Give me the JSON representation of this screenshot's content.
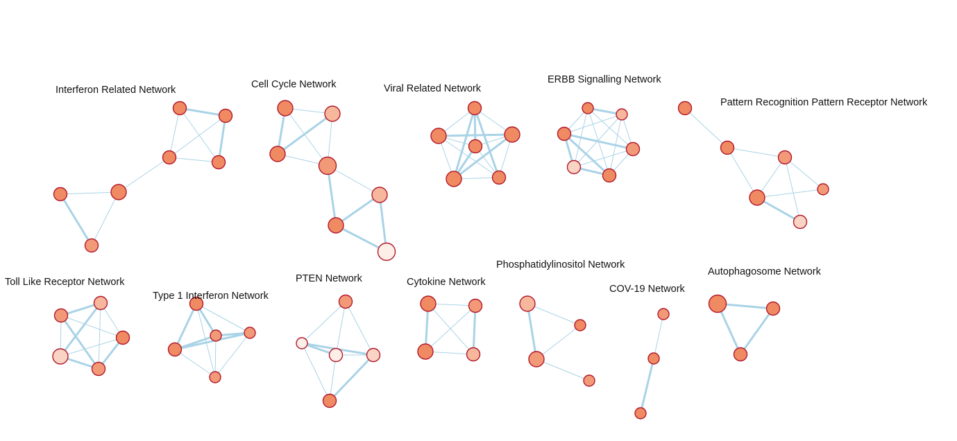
{
  "colors": {
    "edge": "#a9d3e6",
    "node_fill": [
      "#ef8a62",
      "#f29a78",
      "#f6b79c",
      "#f9d3c3",
      "#fdeee8"
    ],
    "node_stroke": "#b2182b"
  },
  "networks": [
    {
      "id": "interferon-related",
      "label": "Interferon Related Network",
      "nodes": [
        {
          "shade": 0,
          "size": "m"
        },
        {
          "shade": 0,
          "size": "m"
        },
        {
          "shade": 0,
          "size": "m"
        },
        {
          "shade": 0,
          "size": "m"
        },
        {
          "shade": 0,
          "size": "m"
        },
        {
          "shade": 0,
          "size": "l"
        },
        {
          "shade": 1,
          "size": "m"
        }
      ],
      "edges": [
        [
          0,
          1,
          "thick"
        ],
        [
          0,
          2,
          "thin"
        ],
        [
          0,
          3,
          "thin"
        ],
        [
          1,
          3,
          "thick"
        ],
        [
          1,
          2,
          "thin"
        ],
        [
          2,
          3,
          "thin"
        ],
        [
          2,
          5,
          "thin"
        ],
        [
          4,
          5,
          "thin"
        ],
        [
          4,
          6,
          "thick"
        ],
        [
          5,
          6,
          "thin"
        ]
      ]
    },
    {
      "id": "cell-cycle",
      "label": "Cell Cycle Network",
      "nodes": [
        {
          "shade": 0,
          "size": "l"
        },
        {
          "shade": 2,
          "size": "l"
        },
        {
          "shade": 0,
          "size": "l"
        },
        {
          "shade": 1,
          "size": "xl"
        },
        {
          "shade": 2,
          "size": "l"
        },
        {
          "shade": 0,
          "size": "l"
        },
        {
          "shade": 4,
          "size": "xl"
        }
      ],
      "edges": [
        [
          0,
          1,
          "thin"
        ],
        [
          0,
          2,
          "thick"
        ],
        [
          0,
          3,
          "thin"
        ],
        [
          1,
          2,
          "thick"
        ],
        [
          1,
          3,
          "thin"
        ],
        [
          2,
          3,
          "thin"
        ],
        [
          3,
          4,
          "thin"
        ],
        [
          3,
          5,
          "thick"
        ],
        [
          4,
          5,
          "thick"
        ],
        [
          4,
          6,
          "thick"
        ],
        [
          5,
          6,
          "thick"
        ]
      ]
    },
    {
      "id": "viral-related",
      "label": "Viral Related Network",
      "nodes": [
        {
          "shade": 0,
          "size": "m"
        },
        {
          "shade": 0,
          "size": "l"
        },
        {
          "shade": 0,
          "size": "l"
        },
        {
          "shade": 0,
          "size": "m"
        },
        {
          "shade": 0,
          "size": "l"
        },
        {
          "shade": 0,
          "size": "m"
        }
      ],
      "edges": [
        [
          0,
          1,
          "thin"
        ],
        [
          0,
          2,
          "thin"
        ],
        [
          0,
          3,
          "thick"
        ],
        [
          0,
          4,
          "thick"
        ],
        [
          0,
          5,
          "thick"
        ],
        [
          1,
          2,
          "thick"
        ],
        [
          1,
          3,
          "thin"
        ],
        [
          1,
          4,
          "thin"
        ],
        [
          1,
          5,
          "thin"
        ],
        [
          2,
          3,
          "thin"
        ],
        [
          2,
          4,
          "thick"
        ],
        [
          2,
          5,
          "thin"
        ],
        [
          3,
          4,
          "thick"
        ],
        [
          3,
          5,
          "thin"
        ],
        [
          4,
          5,
          "thin"
        ]
      ]
    },
    {
      "id": "erbb-signalling",
      "label": "ERBB Signalling Network",
      "nodes": [
        {
          "shade": 0,
          "size": "s"
        },
        {
          "shade": 2,
          "size": "s"
        },
        {
          "shade": 0,
          "size": "m"
        },
        {
          "shade": 1,
          "size": "m"
        },
        {
          "shade": 3,
          "size": "m"
        },
        {
          "shade": 0,
          "size": "m"
        }
      ],
      "edges": [
        [
          0,
          1,
          "thick"
        ],
        [
          0,
          2,
          "thin"
        ],
        [
          0,
          3,
          "thin"
        ],
        [
          0,
          4,
          "thin"
        ],
        [
          0,
          5,
          "thin"
        ],
        [
          1,
          2,
          "thin"
        ],
        [
          1,
          3,
          "thin"
        ],
        [
          1,
          4,
          "thin"
        ],
        [
          1,
          5,
          "thin"
        ],
        [
          2,
          3,
          "thick"
        ],
        [
          2,
          4,
          "thick"
        ],
        [
          2,
          5,
          "thick"
        ],
        [
          3,
          4,
          "thin"
        ],
        [
          3,
          5,
          "thin"
        ],
        [
          4,
          5,
          "thick"
        ]
      ]
    },
    {
      "id": "pattern-recognition",
      "label": "Pattern Recognition Pattern Receptor Network",
      "nodes": [
        {
          "shade": 0,
          "size": "m"
        },
        {
          "shade": 0,
          "size": "m"
        },
        {
          "shade": 1,
          "size": "m"
        },
        {
          "shade": 0,
          "size": "l"
        },
        {
          "shade": 1,
          "size": "s"
        },
        {
          "shade": 3,
          "size": "m"
        }
      ],
      "edges": [
        [
          0,
          1,
          "thin"
        ],
        [
          1,
          2,
          "thin"
        ],
        [
          1,
          3,
          "thin"
        ],
        [
          2,
          3,
          "thin"
        ],
        [
          2,
          4,
          "thin"
        ],
        [
          2,
          5,
          "thin"
        ],
        [
          3,
          4,
          "thin"
        ],
        [
          3,
          5,
          "thick"
        ]
      ]
    },
    {
      "id": "toll-like-receptor",
      "label": "Toll Like Receptor Network",
      "nodes": [
        {
          "shade": 1,
          "size": "m"
        },
        {
          "shade": 2,
          "size": "m"
        },
        {
          "shade": 0,
          "size": "m"
        },
        {
          "shade": 3,
          "size": "l"
        },
        {
          "shade": 1,
          "size": "m"
        }
      ],
      "edges": [
        [
          0,
          1,
          "thick"
        ],
        [
          0,
          2,
          "thin"
        ],
        [
          0,
          3,
          "thin"
        ],
        [
          0,
          4,
          "thick"
        ],
        [
          1,
          2,
          "thin"
        ],
        [
          1,
          3,
          "thick"
        ],
        [
          1,
          4,
          "thin"
        ],
        [
          2,
          3,
          "thin"
        ],
        [
          2,
          4,
          "thick"
        ],
        [
          3,
          4,
          "thick"
        ]
      ]
    },
    {
      "id": "type1-interferon",
      "label": "Type 1 Interferon Network",
      "nodes": [
        {
          "shade": 0,
          "size": "m"
        },
        {
          "shade": 1,
          "size": "s"
        },
        {
          "shade": 1,
          "size": "s"
        },
        {
          "shade": 0,
          "size": "m"
        },
        {
          "shade": 1,
          "size": "s"
        }
      ],
      "edges": [
        [
          0,
          1,
          "thick"
        ],
        [
          0,
          2,
          "thin"
        ],
        [
          0,
          3,
          "thick"
        ],
        [
          0,
          4,
          "thin"
        ],
        [
          1,
          2,
          "thick"
        ],
        [
          1,
          3,
          "thick"
        ],
        [
          1,
          4,
          "thin"
        ],
        [
          2,
          3,
          "thick"
        ],
        [
          2,
          4,
          "thin"
        ],
        [
          3,
          4,
          "thin"
        ]
      ]
    },
    {
      "id": "pten",
      "label": "PTEN Network",
      "nodes": [
        {
          "shade": 1,
          "size": "m"
        },
        {
          "shade": 4,
          "size": "s"
        },
        {
          "shade": 4,
          "size": "m"
        },
        {
          "shade": 3,
          "size": "m"
        },
        {
          "shade": 0,
          "size": "m"
        }
      ],
      "edges": [
        [
          0,
          1,
          "thin"
        ],
        [
          0,
          2,
          "thin"
        ],
        [
          0,
          3,
          "thin"
        ],
        [
          1,
          2,
          "thick"
        ],
        [
          1,
          3,
          "thick"
        ],
        [
          1,
          4,
          "thin"
        ],
        [
          2,
          3,
          "thin"
        ],
        [
          2,
          4,
          "thin"
        ],
        [
          3,
          4,
          "thick"
        ]
      ]
    },
    {
      "id": "cytokine",
      "label": "Cytokine Network",
      "nodes": [
        {
          "shade": 0,
          "size": "l"
        },
        {
          "shade": 1,
          "size": "m"
        },
        {
          "shade": 0,
          "size": "l"
        },
        {
          "shade": 2,
          "size": "m"
        }
      ],
      "edges": [
        [
          0,
          1,
          "thin"
        ],
        [
          0,
          2,
          "thick"
        ],
        [
          0,
          3,
          "thin"
        ],
        [
          1,
          2,
          "thin"
        ],
        [
          1,
          3,
          "thick"
        ],
        [
          2,
          3,
          "thin"
        ]
      ]
    },
    {
      "id": "phosphatidylinositol",
      "label": "Phosphatidylinositol Network",
      "nodes": [
        {
          "shade": 2,
          "size": "l"
        },
        {
          "shade": 0,
          "size": "s"
        },
        {
          "shade": 1,
          "size": "l"
        },
        {
          "shade": 1,
          "size": "s"
        }
      ],
      "edges": [
        [
          0,
          1,
          "thin"
        ],
        [
          0,
          2,
          "thick"
        ],
        [
          1,
          2,
          "thin"
        ],
        [
          2,
          3,
          "thin"
        ]
      ]
    },
    {
      "id": "cov19",
      "label": "COV-19 Network",
      "nodes": [
        {
          "shade": 1,
          "size": "s"
        },
        {
          "shade": 0,
          "size": "s"
        },
        {
          "shade": 0,
          "size": "s"
        }
      ],
      "edges": [
        [
          0,
          1,
          "thin"
        ],
        [
          1,
          2,
          "thick"
        ]
      ]
    },
    {
      "id": "autophagosome",
      "label": "Autophagosome Network",
      "nodes": [
        {
          "shade": 0,
          "size": "xl"
        },
        {
          "shade": 0,
          "size": "m"
        },
        {
          "shade": 0,
          "size": "m"
        }
      ],
      "edges": [
        [
          0,
          1,
          "thick"
        ],
        [
          0,
          2,
          "thick"
        ],
        [
          1,
          2,
          "thick"
        ]
      ]
    }
  ]
}
